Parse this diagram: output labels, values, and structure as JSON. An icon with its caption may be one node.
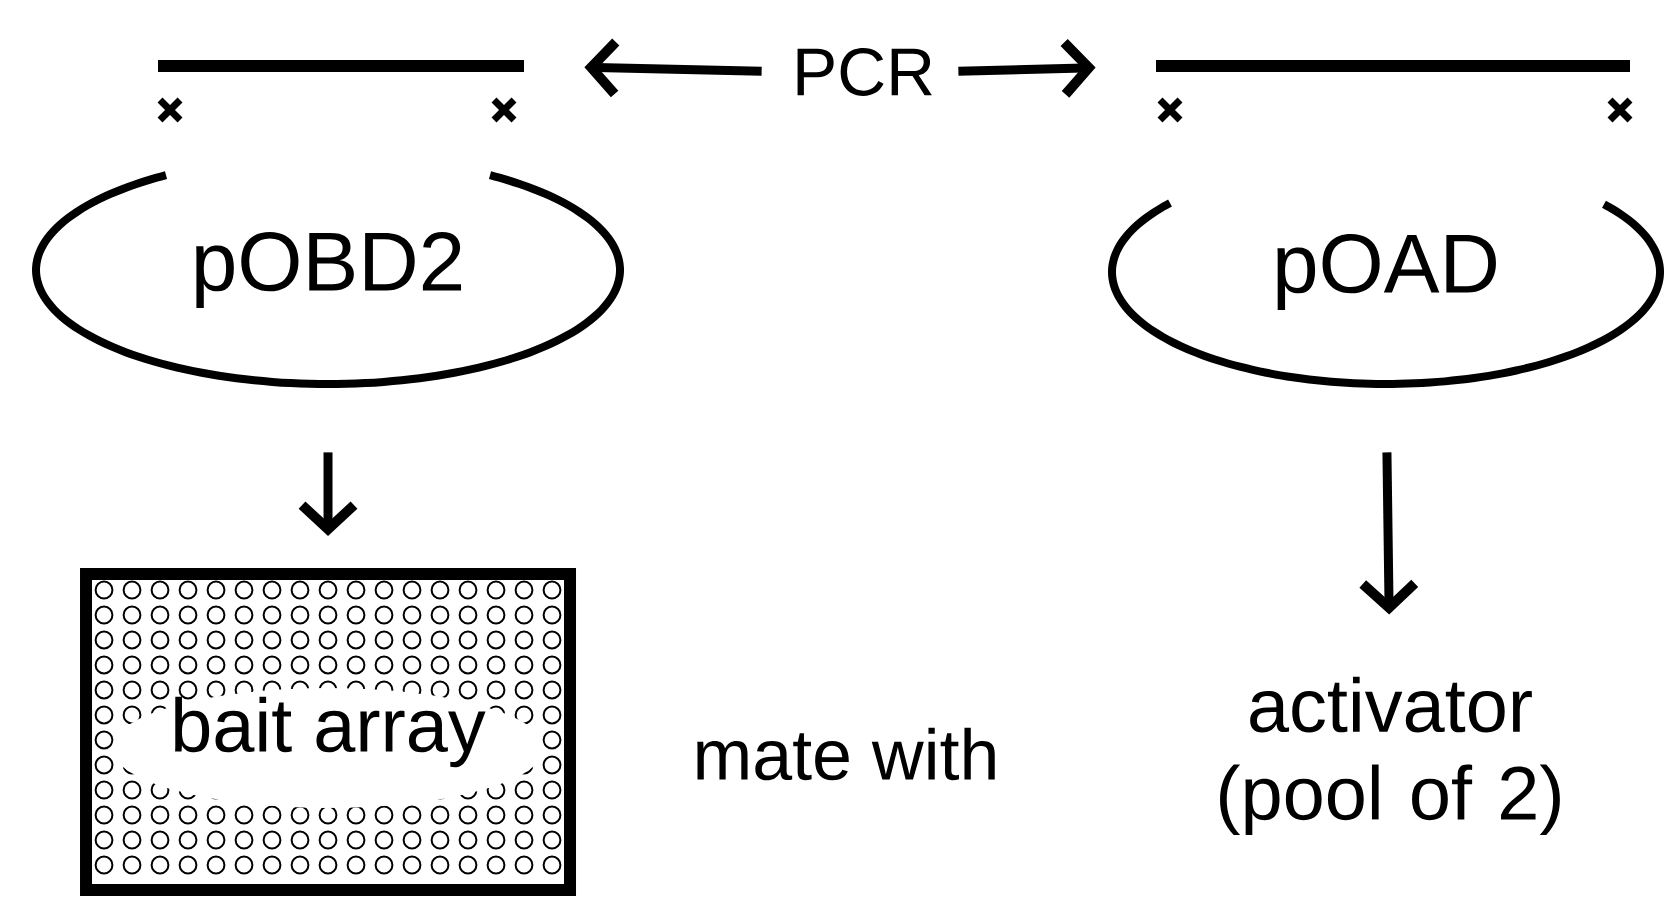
{
  "diagram": {
    "nodes": [
      {
        "text": [],
        "shape": "bar"
      },
      {
        "text": [
          "PCR"
        ]
      },
      {
        "text": [],
        "shape": "bar"
      },
      {
        "text": [
          "pOBD2"
        ]
      },
      {
        "text": [
          "pOAD"
        ]
      },
      {
        "text": [
          "bait array"
        ]
      },
      {
        "text": [
          "activator (pool of 2)"
        ]
      }
    ],
    "edges": [
      {
        "from": 1,
        "to": 0,
        "arrow": "to"
      },
      {
        "from": 1,
        "to": 2,
        "arrow": "to"
      },
      {
        "from": 3,
        "to": 5,
        "arrow": "to"
      },
      {
        "from": 4,
        "to": 6,
        "arrow": "to"
      }
    ],
    "labels": [
      "mate with"
    ]
  }
}
